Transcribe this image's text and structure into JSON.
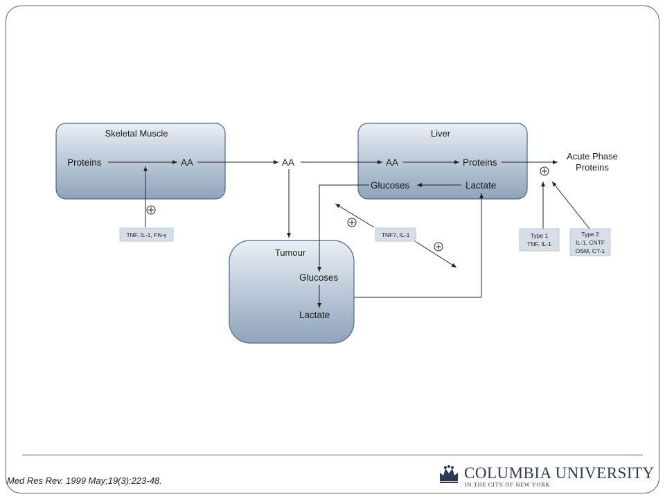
{
  "diagram": {
    "skeletal_muscle": {
      "title": "Skeletal Muscle",
      "proteins": "Proteins",
      "aa": "AA"
    },
    "liver": {
      "title": "Liver",
      "aa": "AA",
      "proteins": "Proteins",
      "glucoses": "Glucoses",
      "lactate": "Lactate"
    },
    "tumour": {
      "title": "Tumour",
      "glucoses": "Glucoses",
      "lactate": "Lactate"
    },
    "free_aa": "AA",
    "acute_phase_line1": "Acute Phase",
    "acute_phase_line2": "Proteins",
    "cytokines_muscle": "TNF, IL-1, FN-γ",
    "cytokines_tumour": "TNF?, IL-1",
    "type1": {
      "line1": "Type 1",
      "line2": "TNF, IL-1"
    },
    "type2": {
      "line1": "Type 2",
      "line2": "IL-1, CNTF",
      "line3": "OSM, CT-1"
    },
    "plus_sign": "+"
  },
  "footer": {
    "citation": "Med Res Rev. 1999 May;19(3):223-48.",
    "logo_name": "COLUMBIA UNIVERSITY",
    "logo_sub": "IN THE CITY OF NEW YORK"
  },
  "colors": {
    "box_top": "#e8edf3",
    "box_bottom": "#8fa4bc",
    "box_border": "#4a6788",
    "label_fill": "#d5dde6"
  }
}
